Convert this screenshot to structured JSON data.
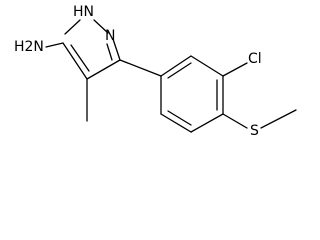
{
  "molecule": {
    "atom_labels": {
      "amine": "H2N",
      "nh": "HN",
      "n": "N",
      "cl": "Cl",
      "s": "S"
    }
  },
  "colors": {
    "bond": "#000000",
    "label": "#000000",
    "background": "#ffffff"
  }
}
